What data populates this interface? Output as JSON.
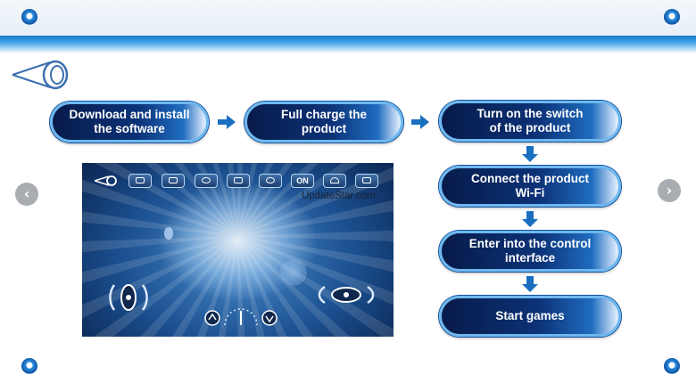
{
  "header": {
    "accent_color": "#1a7cc8"
  },
  "icons": {
    "corner": "eye-dot-icon",
    "back": "cone-back-icon",
    "prev": "chevron-left-icon",
    "next": "chevron-right-icon"
  },
  "nav": {
    "prev_symbol": "‹",
    "next_symbol": "›"
  },
  "steps": {
    "download": "Download and install\nthe software",
    "charge": "Full charge the\nproduct",
    "power": "Turn on the switch\nof the product",
    "wifi": "Connect the product\nWi-Fi",
    "control": "Enter into the control\ninterface",
    "start": "Start games"
  },
  "screen": {
    "toolbar_on_label": "ON",
    "watermark": "UpdateStar.com"
  }
}
